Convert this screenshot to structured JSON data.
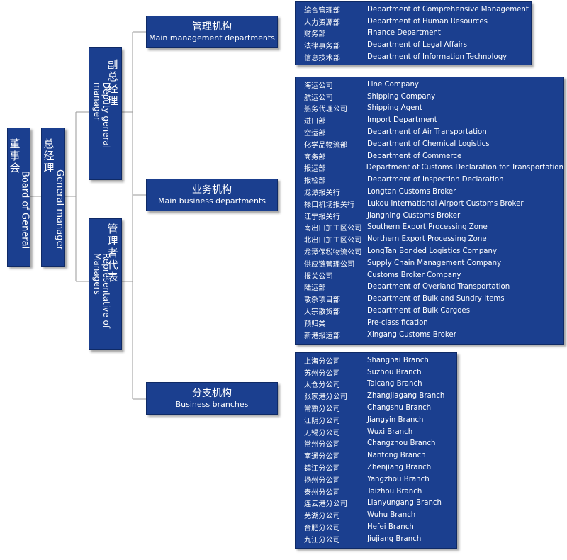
{
  "nodes": {
    "board": {
      "zh": "董事会",
      "en": "Board of General"
    },
    "gm": {
      "zh": "总经理",
      "en": "General manager"
    },
    "deputy": {
      "zh": "副总经理",
      "en": "Deputy general manager"
    },
    "rep": {
      "zh": "管理者代表",
      "en": "Representative of Managers"
    }
  },
  "categories": {
    "management": {
      "zh": "管理机构",
      "en": "Main management departments"
    },
    "business": {
      "zh": "业务机构",
      "en": "Main business departments"
    },
    "branches": {
      "zh": "分支机构",
      "en": "Business branches"
    }
  },
  "lists": {
    "management": [
      {
        "zh": "综合管理部",
        "en": "Department of Comprehensive Management"
      },
      {
        "zh": "人力资源部",
        "en": "Department of Human Resources"
      },
      {
        "zh": "财务部",
        "en": "Finance Department"
      },
      {
        "zh": "法律事务部",
        "en": "Department of Legal Affairs"
      },
      {
        "zh": "信息技术部",
        "en": "Department of Information Technology"
      }
    ],
    "business": [
      {
        "zh": "海运公司",
        "en": "Line Company"
      },
      {
        "zh": "航运公司",
        "en": "Shipping Company"
      },
      {
        "zh": "船务代理公司",
        "en": "Shipping Agent"
      },
      {
        "zh": "进口部",
        "en": "Import Department"
      },
      {
        "zh": "空运部",
        "en": "Department of Air Transportation"
      },
      {
        "zh": "化学品物流部",
        "en": "Department of Chemical Logistics"
      },
      {
        "zh": "商务部",
        "en": "Department of Commerce"
      },
      {
        "zh": "报运部",
        "en": "Department of Customs Declaration for Transportation"
      },
      {
        "zh": "报检部",
        "en": "Department of Inspection Declaration"
      },
      {
        "zh": "龙潭报关行",
        "en": "Longtan Customs Broker"
      },
      {
        "zh": "禄口机场报关行",
        "en": "Lukou International Airport Customs Broker"
      },
      {
        "zh": "江宁报关行",
        "en": "Jiangning Customs Broker"
      },
      {
        "zh": "南出口加工区公司",
        "en": "Southern Export Processing Zone"
      },
      {
        "zh": "北出口加工区公司",
        "en": "Northern Export Processing Zone"
      },
      {
        "zh": "龙潭保税物流公司",
        "en": "LongTan Bonded Logistics Company"
      },
      {
        "zh": "供应链管理公司",
        "en": "Supply Chain Management Company"
      },
      {
        "zh": "报关公司",
        "en": "Customs Broker Company"
      },
      {
        "zh": "陆运部",
        "en": "Department of Overland Transportation"
      },
      {
        "zh": "散杂项目部",
        "en": "Department of Bulk and Sundry Items"
      },
      {
        "zh": "大宗散货部",
        "en": "Department of Bulk Cargoes"
      },
      {
        "zh": "预归类",
        "en": "Pre-classification"
      },
      {
        "zh": "新港报运部",
        "en": "Xingang Customs Broker"
      }
    ],
    "branches": [
      {
        "zh": "上海分公司",
        "en": "Shanghai Branch"
      },
      {
        "zh": "苏州分公司",
        "en": "Suzhou Branch"
      },
      {
        "zh": "太仓分公司",
        "en": "Taicang Branch"
      },
      {
        "zh": "张家港分公司",
        "en": "Zhangjiagang Branch"
      },
      {
        "zh": "常熟分公司",
        "en": "Changshu Branch"
      },
      {
        "zh": "江阴分公司",
        "en": "Jiangyin Branch"
      },
      {
        "zh": "无锡分公司",
        "en": "Wuxi Branch"
      },
      {
        "zh": "常州分公司",
        "en": "Changzhou Branch"
      },
      {
        "zh": "南通分公司",
        "en": "Nantong Branch"
      },
      {
        "zh": "镇江分公司",
        "en": "Zhenjiang Branch"
      },
      {
        "zh": "扬州分公司",
        "en": "Yangzhou Branch"
      },
      {
        "zh": "泰州分公司",
        "en": "Taizhou Branch"
      },
      {
        "zh": "连云港分公司",
        "en": "Lianyungang Branch"
      },
      {
        "zh": "芜湖分公司",
        "en": "Wuhu Branch"
      },
      {
        "zh": "合肥分公司",
        "en": "Hefei Branch"
      },
      {
        "zh": "九江分公司",
        "en": "Jiujiang Branch"
      }
    ]
  },
  "colors": {
    "box": "#1b3f8f",
    "line": "#9a9a9a",
    "text": "#ffffff"
  }
}
